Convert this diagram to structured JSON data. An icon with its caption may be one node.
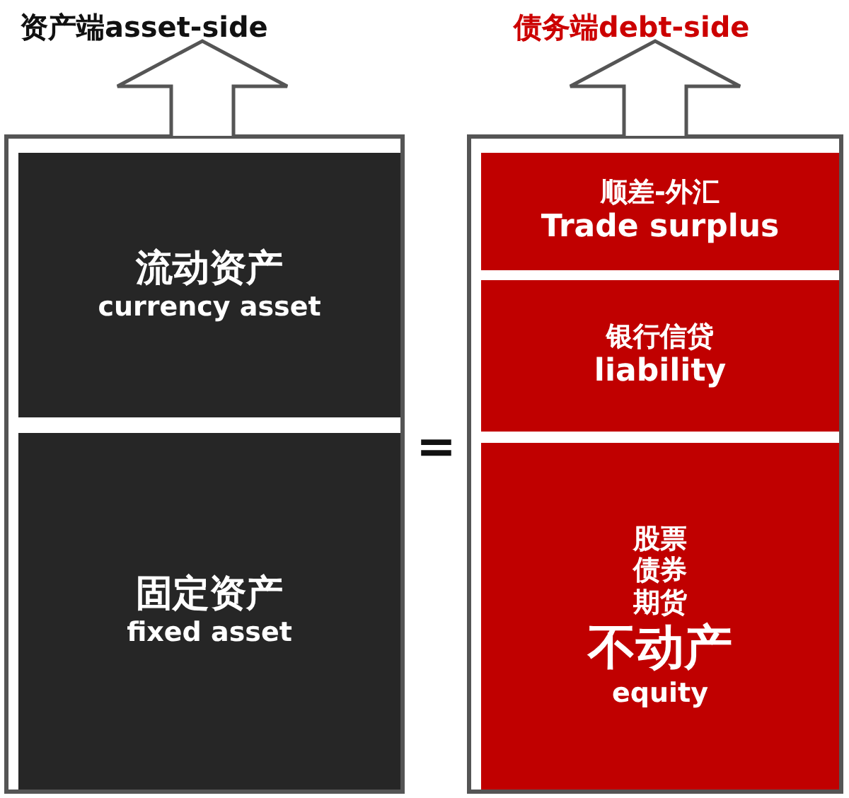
{
  "diagram": {
    "nodes": [
      {
        "text": [
          "资产端asset-side"
        ]
      },
      {
        "text": [
          "流动资产",
          "currency asset"
        ],
        "in": 0
      },
      {
        "text": [
          "固定资产",
          "fixed asset"
        ],
        "in": 0
      },
      {
        "text": [
          "债务端debt-side"
        ]
      },
      {
        "text": [
          "顺差-外汇",
          "Trade surplus"
        ],
        "in": 3
      },
      {
        "text": [
          "银行信贷",
          "liability"
        ],
        "in": 3
      },
      {
        "text": [
          "股票",
          "债券",
          "期货",
          "不动产",
          "equity"
        ],
        "in": 3
      }
    ],
    "edges": [],
    "labels": [
      "="
    ]
  }
}
